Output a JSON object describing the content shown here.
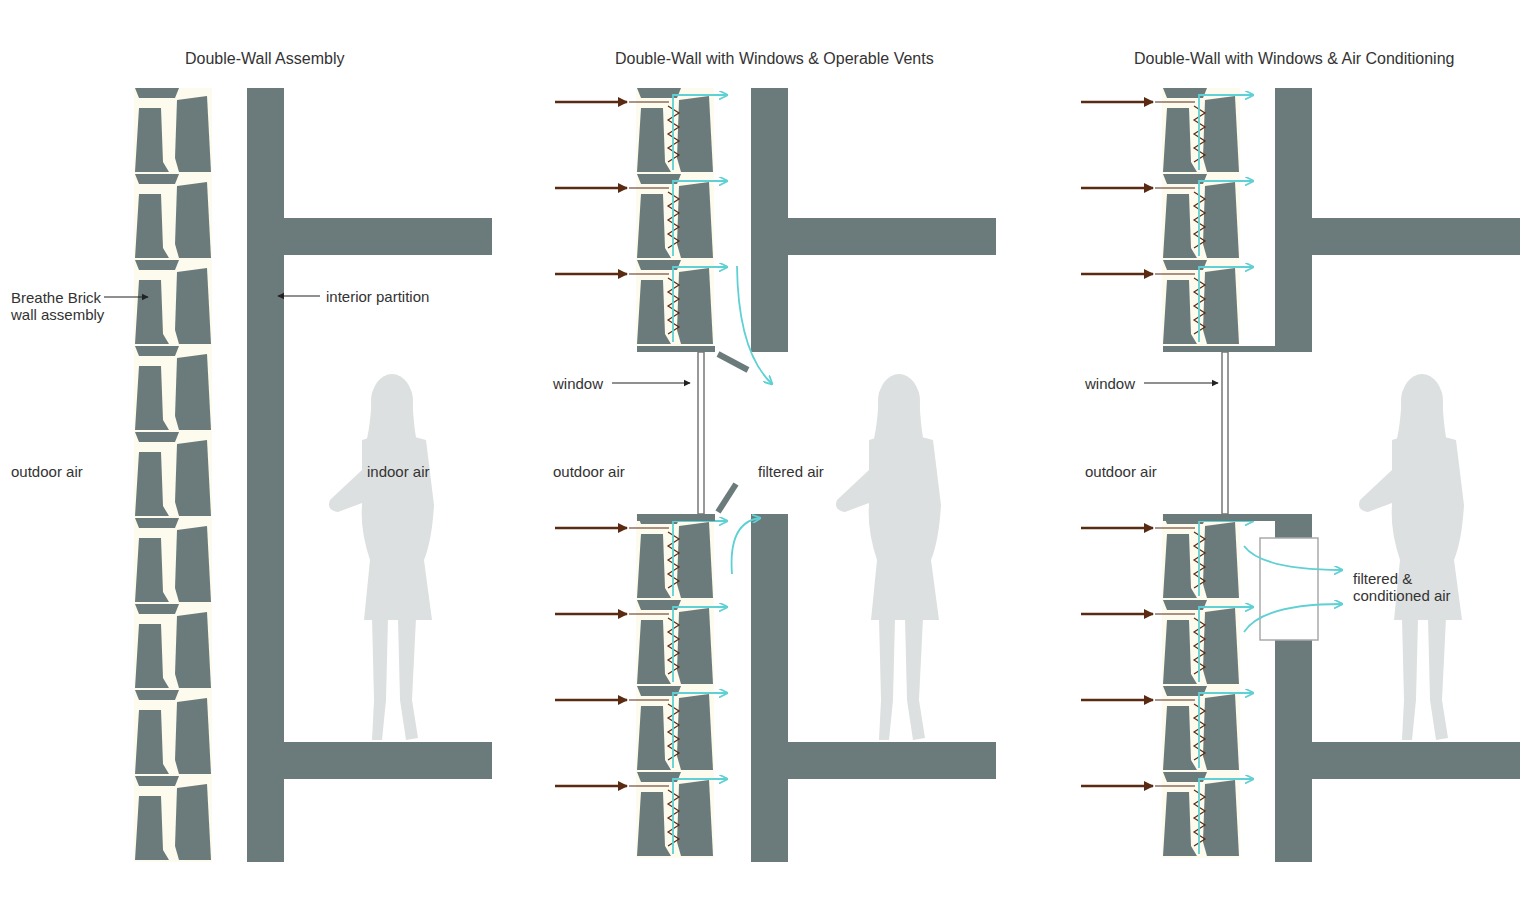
{
  "diagram": {
    "labels": [
      "Double-Wall Assembly",
      "Double-Wall with Windows & Operable Vents",
      "Double-Wall with Windows & Air Conditioning",
      "Breathe Brick wall assembly",
      "interior partition",
      "outdoor air",
      "indoor air",
      "window",
      "outdoor air",
      "filtered air",
      "window",
      "outdoor air",
      "filtered & conditioned air"
    ]
  }
}
